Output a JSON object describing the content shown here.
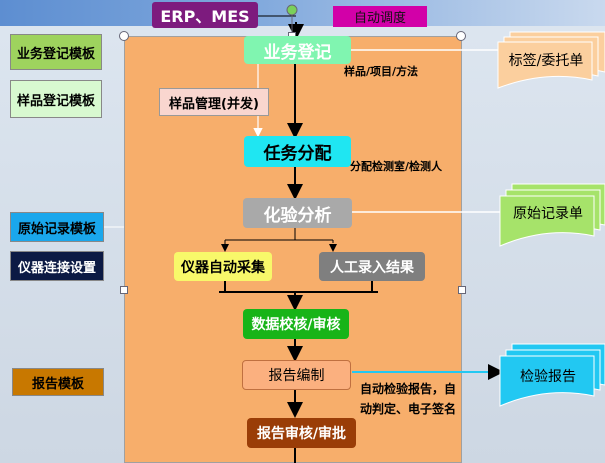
{
  "top": {
    "erp_mes": "ERP、MES",
    "auto_dispatch": "自动调度"
  },
  "left_buttons": {
    "business_template": "业务登记模板",
    "sample_template": "样品登记模板",
    "raw_record_template": "原始记录模板",
    "instrument_settings": "仪器连接设置",
    "report_template": "报告模板"
  },
  "flow": {
    "business_registration": "业务登记",
    "sample_management": "样品管理(并发)",
    "task_assignment": "任务分配",
    "chemical_analysis": "化验分析",
    "instrument_auto_collect": "仪器自动采集",
    "manual_entry": "人工录入结果",
    "data_check": "数据校核/审核",
    "report_compile": "报告编制",
    "report_review": "报告审核/审批"
  },
  "notes": {
    "sample_project_method": "样品/项目/方法",
    "assign_lab_person": "分配检测室/检测人",
    "auto_report_line1": "自动检验报告，自",
    "auto_report_line2": "动判定、电子签名"
  },
  "documents": {
    "labels": "标签/委托单",
    "raw_record": "原始记录单",
    "inspection_report": "检验报告"
  },
  "colors": {
    "panel": "#f7ae6b",
    "business": "#80f5b0",
    "task": "#1fe6f2",
    "analysis": "#a9a9a9",
    "instrument": "#f8f86a",
    "manual": "#7f7f7f",
    "check": "#18b418",
    "report": "#fbb07f",
    "review": "#9a3d07",
    "erp": "#7d1b7e",
    "dispatch": "#d200a8",
    "report_template": "#c87800",
    "instrument_settings": "#0c1a44",
    "raw_template": "#1aa7ec",
    "doc_green": "#a6e36a",
    "doc_orange": "#fbcf9e",
    "doc_blue": "#22c8f2"
  }
}
